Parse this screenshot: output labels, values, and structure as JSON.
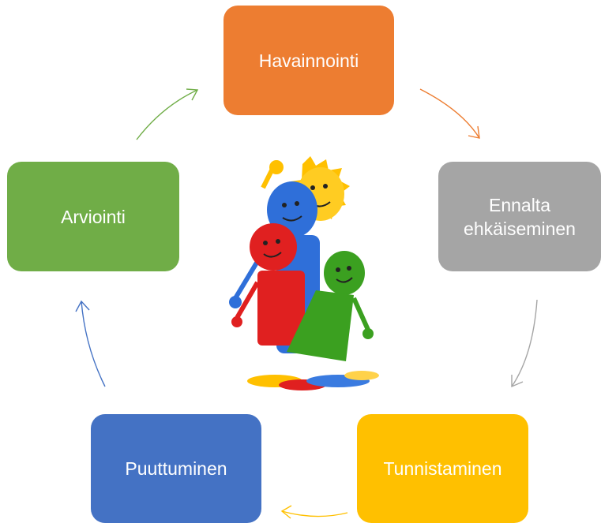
{
  "diagram": {
    "steps": [
      {
        "label": "Havainnointi",
        "color": "#ED7D31"
      },
      {
        "label": "Ennalta ehkäiseminen",
        "color": "#A5A5A5"
      },
      {
        "label": "Tunnistaminen",
        "color": "#FFC000"
      },
      {
        "label": "Puuttuminen",
        "color": "#4472C4"
      },
      {
        "label": "Arviointi",
        "color": "#70AD47"
      }
    ],
    "arrow_colors": [
      "#ED7D31",
      "#A5A5A5",
      "#FFC000",
      "#4472C4",
      "#70AD47"
    ],
    "center_image_icon": "children-group-illustration"
  }
}
